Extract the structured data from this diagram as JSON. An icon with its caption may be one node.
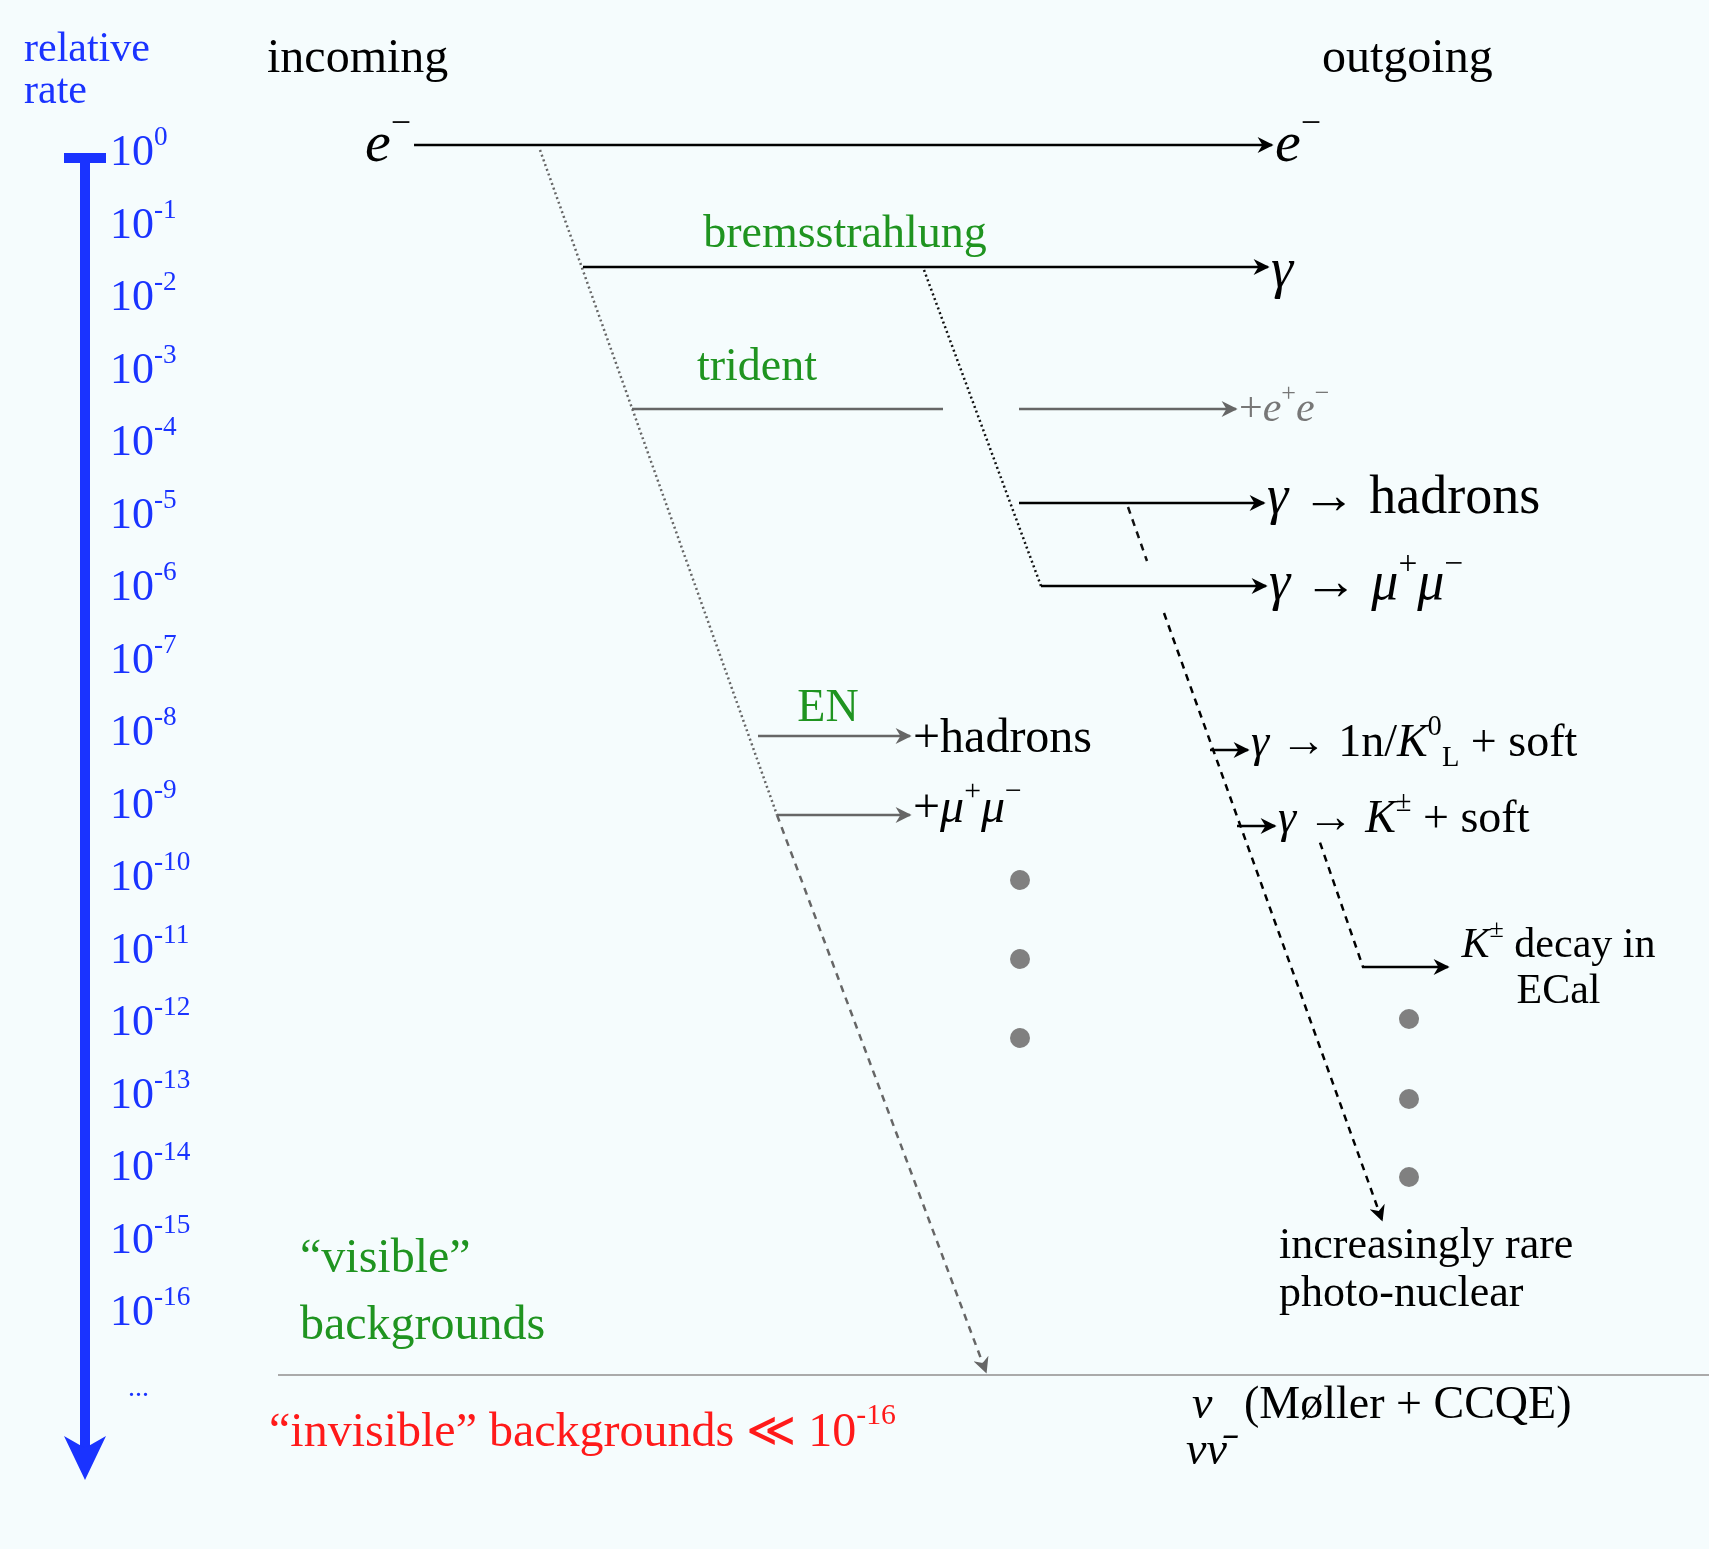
{
  "diagram": {
    "nodes": [
      {
        "text": [
          "*e*$^{−}$"
        ]
      },
      {
        "text": [
          "*e*$^{−}$"
        ]
      },
      {
        "text": [
          "*γ*"
        ]
      },
      {
        "text": [
          "+*e*$^{+}$*e*$^{−}$"
        ]
      },
      {
        "text": [
          "*γ* → hadrons"
        ]
      },
      {
        "text": [
          "*γ* → *μ*$^{+}$*μ*$^{−}$"
        ]
      },
      {
        "text": [
          "+hadrons"
        ]
      },
      {
        "text": [
          "+*μ*$^{+}$*μ*$^{−}$"
        ]
      },
      {
        "text": [
          "*γ* → 1n/*K*$^{0}$$_{L}$ + soft"
        ]
      },
      {
        "text": [
          "*γ* → *K*$^{±}$ + soft"
        ]
      },
      {
        "text": [
          "*K*$^{±}$ decay in ECal"
        ]
      },
      {
        "text": [
          "increasingly rare photo-nuclear"
        ]
      },
      {
        "text": [
          "“invisible” backgrounds ≪ 10$^{-16}$"
        ]
      }
    ],
    "edges": [
      {
        "from": 0,
        "to": 1,
        "arrow": "to"
      },
      {
        "from": null,
        "to": 2,
        "arrow": "to",
        "label": "bremsstrahlung"
      },
      {
        "from": null,
        "to": 3,
        "arrow": "to",
        "label": "trident",
        "color": "#666666"
      },
      {
        "from": null,
        "to": 4,
        "arrow": "to"
      },
      {
        "from": null,
        "to": 5,
        "arrow": "to"
      },
      {
        "from": null,
        "to": 6,
        "arrow": "to",
        "label": "EN",
        "color": "#666666"
      },
      {
        "from": null,
        "to": 7,
        "arrow": "to",
        "color": "#666666"
      },
      {
        "from": null,
        "to": 8,
        "arrow": "to"
      },
      {
        "from": null,
        "to": 9,
        "arrow": "to"
      },
      {
        "from": 9,
        "to": 10,
        "arrow": "to",
        "style": "dashed"
      },
      {
        "from": null,
        "to": 11,
        "arrow": "to",
        "style": "dashed"
      },
      {
        "from": null,
        "to": 12,
        "arrow": "to",
        "style": "dashed",
        "color": "#666666"
      }
    ],
    "labels": [
      "relative rate",
      "incoming",
      "outgoing",
      "10$^{0}$",
      "10$^{-1}$",
      "10$^{-2}$",
      "10$^{-3}$",
      "10$^{-4}$",
      "10$^{-5}$",
      "10$^{-6}$",
      "10$^{-7}$",
      "10$^{-8}$",
      "10$^{-9}$",
      "10$^{-10}$",
      "10$^{-11}$",
      "10$^{-12}$",
      "10$^{-13}$",
      "10$^{-14}$",
      "10$^{-15}$",
      "10$^{-16}$",
      "“visible” backgrounds",
      "...",
      "*ν*",
      "(Møller + CCQE)",
      "*νν̄*"
    ]
  }
}
